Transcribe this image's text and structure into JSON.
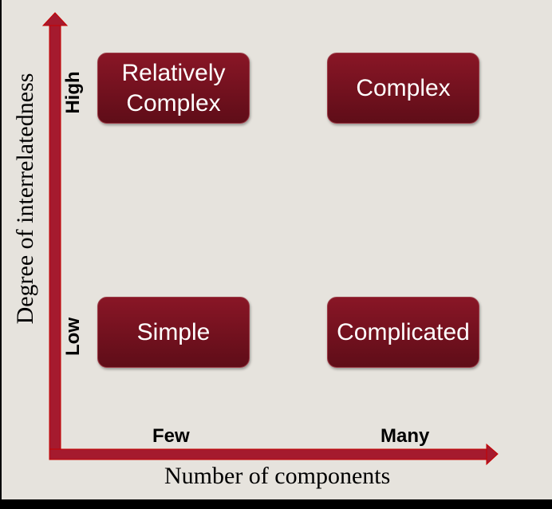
{
  "colors": {
    "background": "#e6e3dd",
    "box": "#7a1220",
    "arrow": "#a51a2e"
  },
  "quadrants": {
    "top_left": "Relatively Complex",
    "top_right": "Complex",
    "bottom_left": "Simple",
    "bottom_right": "Complicated"
  },
  "y_axis": {
    "title": "Degree of interrelatedness",
    "high": "High",
    "low": "Low"
  },
  "x_axis": {
    "title": "Number of components",
    "few": "Few",
    "many": "Many"
  }
}
